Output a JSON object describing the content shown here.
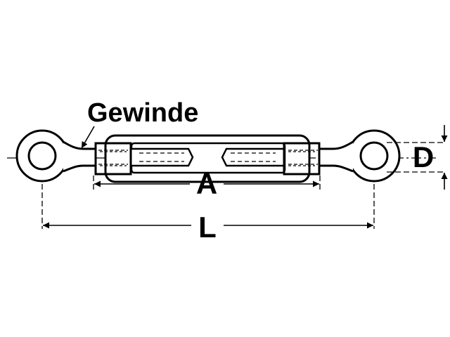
{
  "diagram": {
    "labels": {
      "thread": "Gewinde",
      "inner_length": "A",
      "total_length": "L",
      "diameter": "D"
    },
    "colors": {
      "line": "#000000",
      "background": "#ffffff"
    }
  }
}
